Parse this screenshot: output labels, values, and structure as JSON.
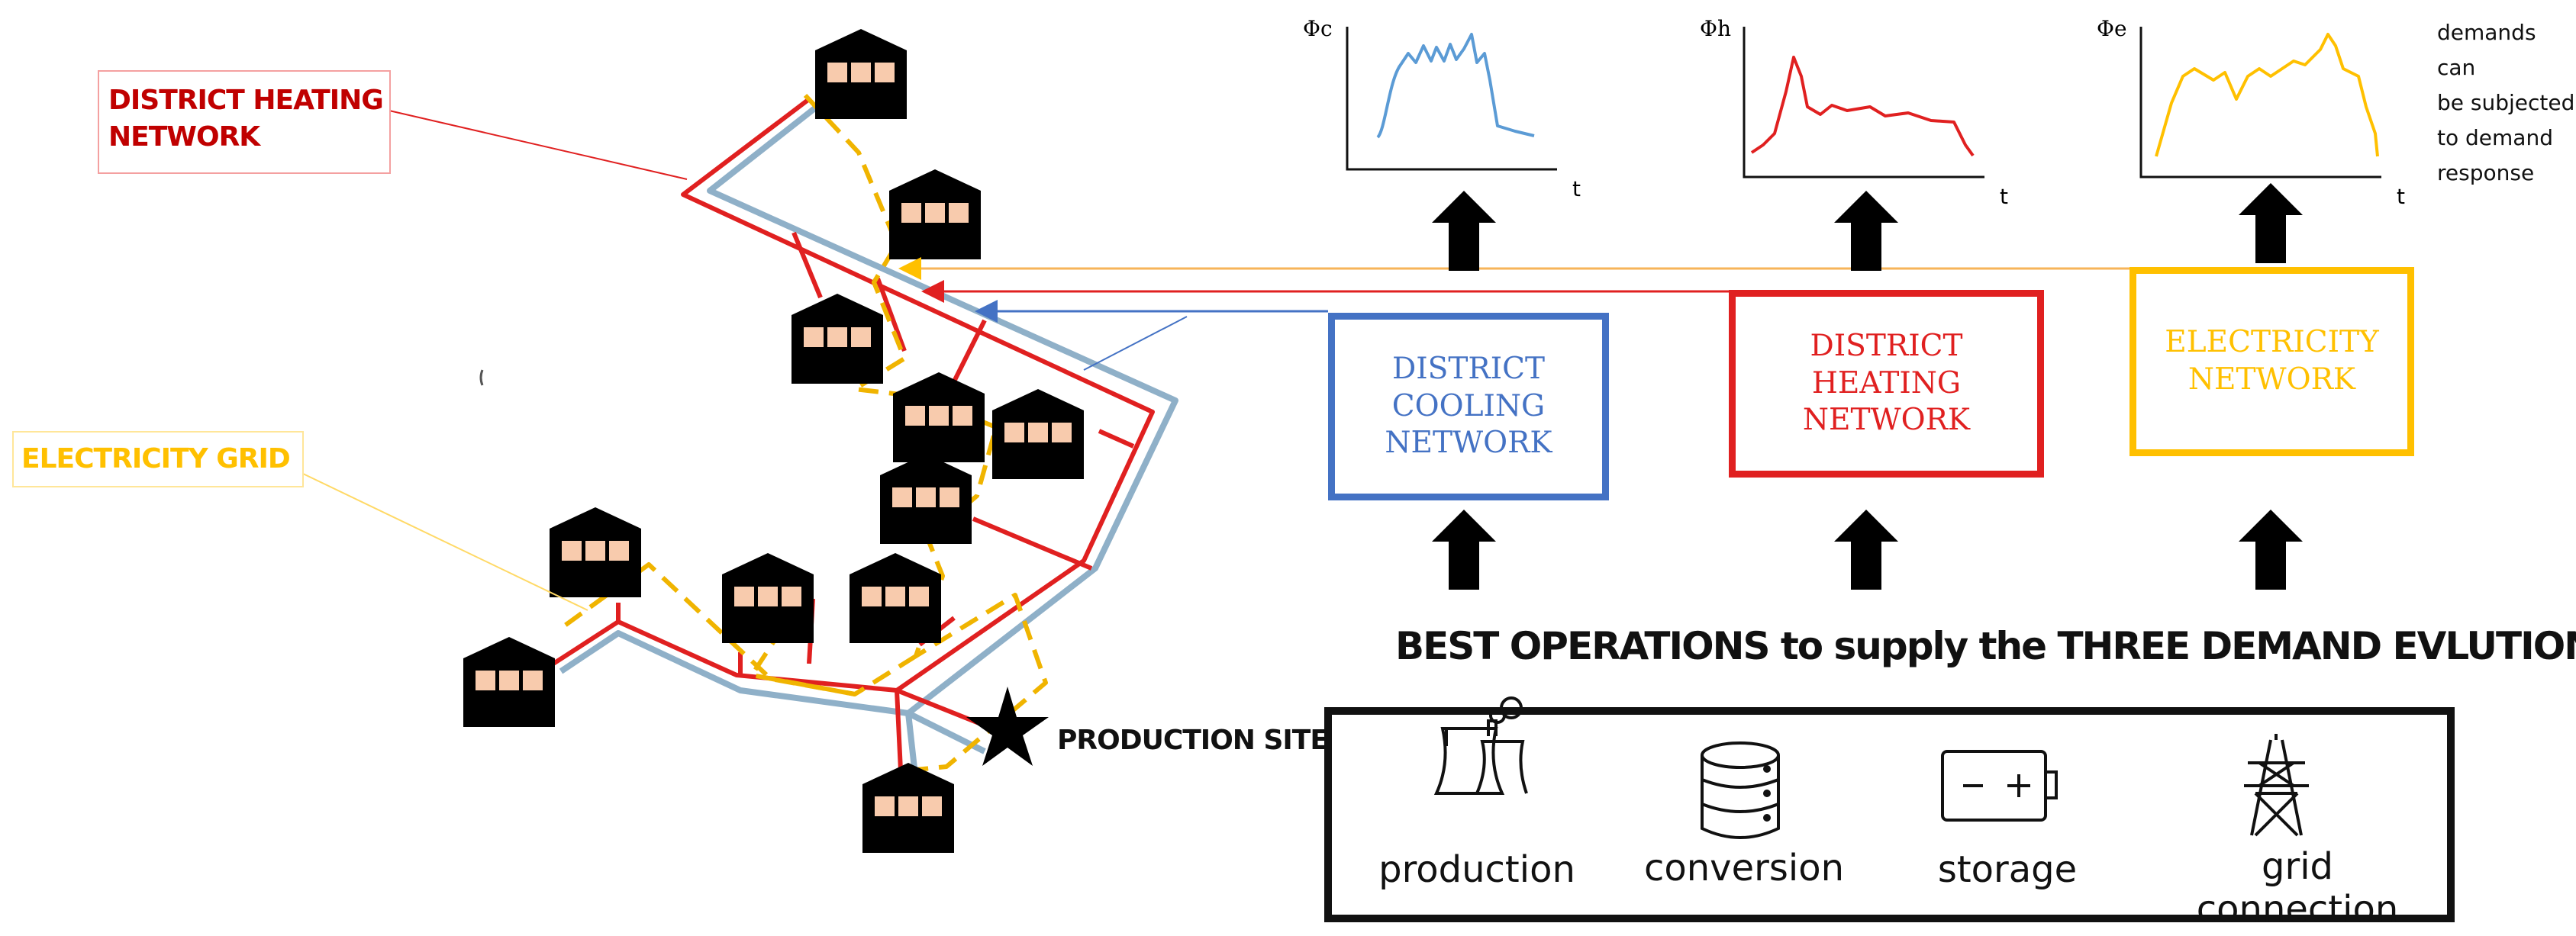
{
  "left_labels": {
    "heating_label": "DISTRICT HEATING\nNETWORK",
    "electricity_label": "ELECTRICITY GRID",
    "production_site": "PRODUCTION SITE"
  },
  "charts": [
    {
      "y_symbol": "Φc",
      "x_symbol": "t",
      "color": "#5b9bd5"
    },
    {
      "y_symbol": "Φh",
      "x_symbol": "t",
      "color": "#e02020"
    },
    {
      "y_symbol": "Φe",
      "x_symbol": "t",
      "color": "#ffc000"
    }
  ],
  "side_note": [
    "demands can",
    "be subjected",
    "to demand",
    "response"
  ],
  "networks": [
    {
      "lines": [
        "DISTRICT",
        "COOLING",
        "NETWORK"
      ],
      "color": "#4472c4"
    },
    {
      "lines": [
        "DISTRICT",
        "HEATING",
        "NETWORK"
      ],
      "color": "#e02020"
    },
    {
      "lines": [
        "ELECTRICITY",
        "NETWORK"
      ],
      "color": "#ffc000"
    }
  ],
  "best_operations": "BEST OPERATIONS to supply the THREE DEMAND EVLUTIONS",
  "technologies": [
    {
      "label": "production",
      "icon": "power-plant-icon"
    },
    {
      "label": "conversion",
      "icon": "database-icon"
    },
    {
      "label": "storage",
      "icon": "battery-icon"
    },
    {
      "label": "grid connection",
      "icon": "transmission-tower-icon"
    }
  ],
  "colors": {
    "heating": "#e02020",
    "cooling": "#8fb0c8",
    "electricity": "#f0b400",
    "label_red": "#c00000",
    "label_yellow": "#ffc000",
    "house": "#000000",
    "window": "#f8cbad"
  }
}
